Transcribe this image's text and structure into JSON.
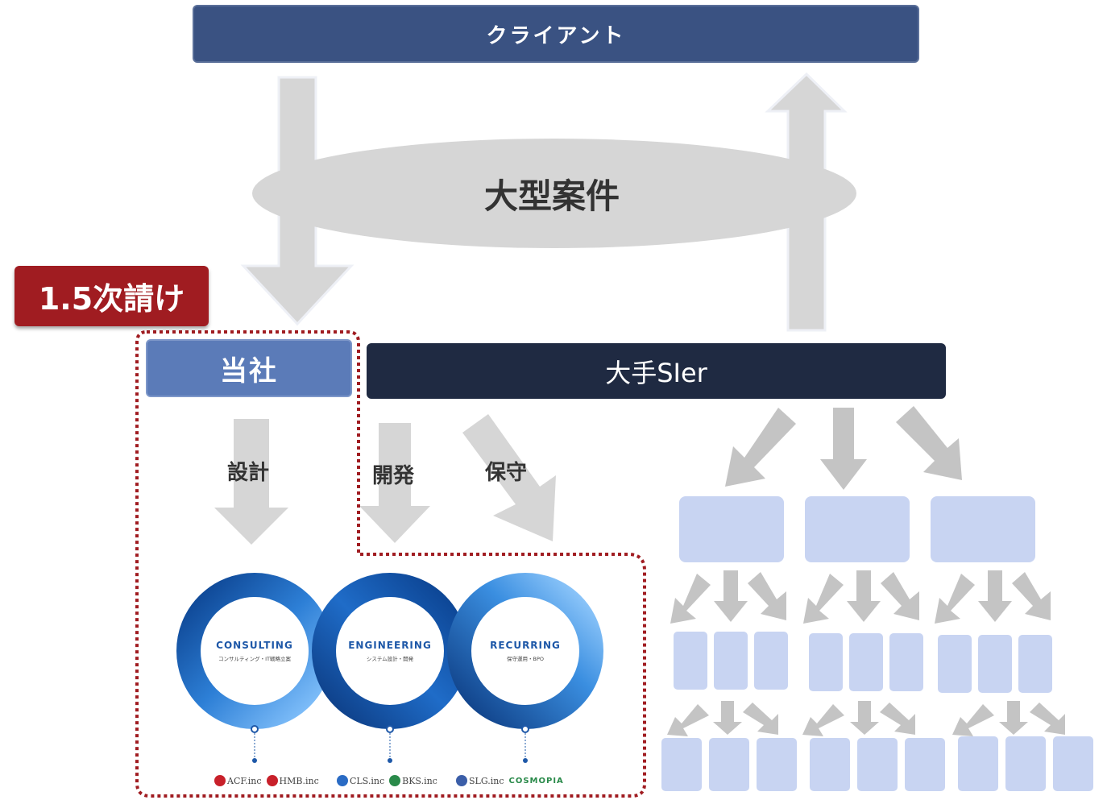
{
  "client": {
    "label": "クライアント"
  },
  "project": {
    "label": "大型案件"
  },
  "badge": {
    "label": "1.5次請け"
  },
  "company": {
    "label": "当社"
  },
  "sler": {
    "label": "大手SIer"
  },
  "flows": {
    "design": "設計",
    "development": "開発",
    "maintenance": "保守"
  },
  "rings": [
    {
      "title": "CONSULTING",
      "subtitle": "コンサルティング・IT戦略立案"
    },
    {
      "title": "ENGINEERING",
      "subtitle": "システム設計・開発"
    },
    {
      "title": "RECURRING",
      "subtitle": "保守運用・BPO"
    }
  ],
  "logos": {
    "group1": [
      "ACF.inc",
      "HMB.inc"
    ],
    "group2": [
      "CLS.inc",
      "BKS.inc"
    ],
    "group3": [
      "SLG.inc",
      "COSMOPIA"
    ]
  },
  "colors": {
    "client": "#3a5282",
    "badge": "#a01c21",
    "company": "#5b7bb8",
    "sler": "#1f2a42",
    "arrow": "#d6d6d6",
    "subcontractor_box": "#c8d4f2",
    "dotted_border": "#a01c21"
  }
}
